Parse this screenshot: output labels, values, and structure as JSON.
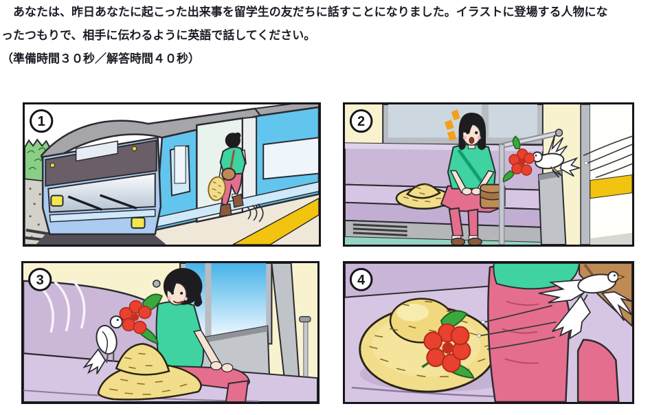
{
  "instructions": {
    "line1": "　あなたは、昨日あなたに起こった出来事を留学生の友だちに話すことになりました。イラストに登場する人物にな",
    "line2": "ったつもりで、相手に伝わるように英語で話してください。",
    "time_note": "（準備時間３０秒／解答時間４０秒）"
  },
  "panels": [
    {
      "number": "1",
      "scene": "A woman carrying a straw hat and shoulder bag steps from the platform into a blue train"
    },
    {
      "number": "2",
      "scene": "Seated in the train with her straw hat beside her, the woman is surprised as a white dove flies in through the door carrying a red flower"
    },
    {
      "number": "3",
      "scene": "The dove holding the red flower perches on the straw hat next to the smiling woman"
    },
    {
      "number": "4",
      "scene": "The dove flies away, leaving the red flower on the straw hat on the seat"
    }
  ],
  "palette": {
    "text_color": "#1c1c26",
    "panel_border": "#15151a",
    "train_side_blue": "#62c5ee",
    "train_front_blue": "#abcbf0",
    "seat_lavender": "#cbb7d8",
    "cushion_lavender": "#d6c6e3",
    "wall_cream": "#f8f2cf",
    "floor_teal": "#93d5c3",
    "hat_yellow": "#f2dd8a",
    "flower_red": "#e8412f",
    "leaf_green": "#3aa83e",
    "shirt_green": "#3ed3a0",
    "pants_pink": "#e56e8e",
    "bag_brown": "#bf8a54",
    "dove_white": "#ffffff",
    "surprise_orange": "#f5a01c",
    "platform_yellow": "#f2c40f"
  }
}
